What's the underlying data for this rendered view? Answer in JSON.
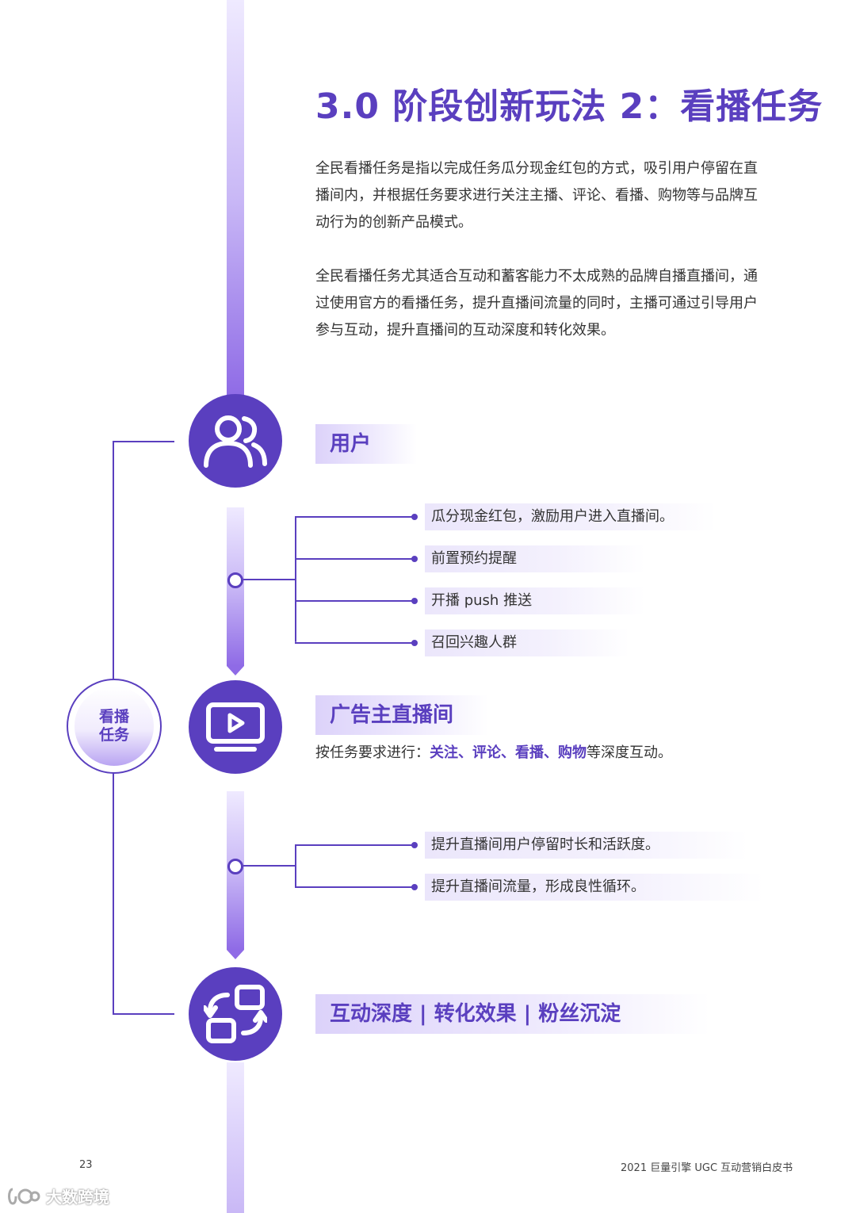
{
  "title": "3.0 阶段创新玩法 2：看播任务",
  "paragraphs": [
    [
      "全民看播任务是指以完成任务瓜分现金红包的方式，吸引用户停留在直",
      "播间内，并根据任务要求进行关注主播、评论、看播、购物等与品牌互",
      "动行为的创新产品模式。"
    ],
    [
      "全民看播任务尤其适合互动和蓄客能力不太成熟的品牌自播直播间，通",
      "过使用官方的看播任务，提升直播间流量的同时，主播可通过引导用户",
      "参与互动，提升直播间的互动深度和转化效果。"
    ]
  ],
  "center_node": {
    "line1": "看播",
    "line2": "任务"
  },
  "sections": {
    "user": {
      "label": "用户",
      "icon": "users-icon",
      "bullets": [
        "瓜分现金红包，激励用户进入直播间。",
        "前置预约提醒",
        "开播 push 推送",
        "召回兴趣人群"
      ]
    },
    "advertiser": {
      "label": "广告主直播间",
      "icon": "video-screen-icon",
      "desc_prefix": "按任务要求进行：",
      "desc_highlight": "关注、评论、看播、购物",
      "desc_suffix": "等深度互动。",
      "bullets": [
        "提升直播间用户停留时长和活跃度。",
        "提升直播间流量，形成良性循环。"
      ]
    },
    "result": {
      "label": "互动深度 | 转化效果 | 粉丝沉淀",
      "icon": "cycle-exchange-icon"
    }
  },
  "footer": {
    "page_number": "23",
    "publication": "2021 巨量引擎 UGC 互动营销白皮书",
    "watermark": "大数跨境"
  },
  "colors": {
    "primary": "#5a3fbf",
    "spine_light": "#efeaff",
    "spine_dark": "#8f6be6"
  }
}
